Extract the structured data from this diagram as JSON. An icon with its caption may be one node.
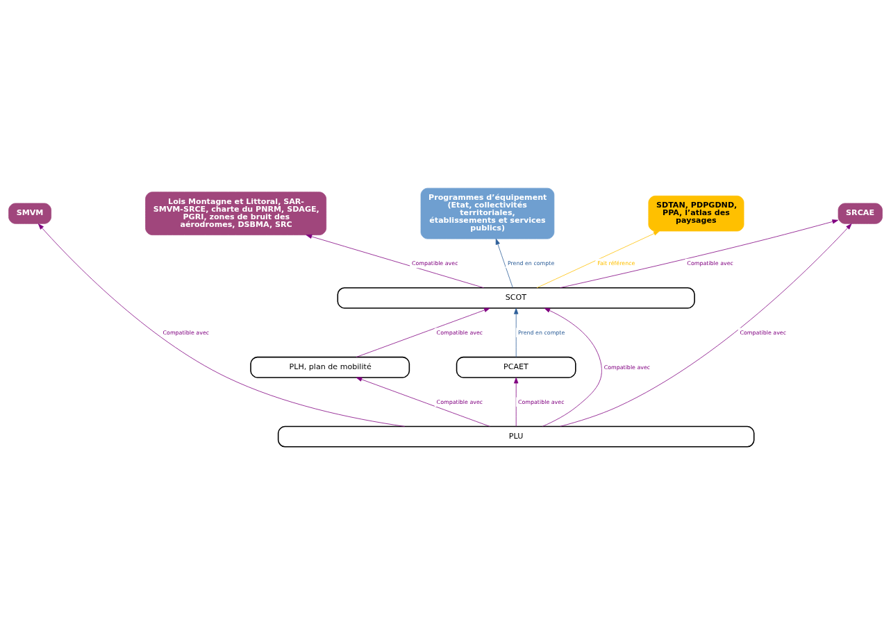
{
  "diagram": {
    "nodes": [
      {
        "text": [
          "SMVM"
        ]
      },
      {
        "text": [
          "Lois Montagne et Littoral, SAR-SMVM-SRCE, charte du PNRM, SDAGE, PGRI, zones de bruit des aérodromes, DSBMA, SRC"
        ]
      },
      {
        "text": [
          "Programmes d’équipement (Etat, collectivités territoriales, établissements et services publics)"
        ]
      },
      {
        "text": [
          "SDTAN, PDPGDND, PPA, l’atlas des paysages"
        ]
      },
      {
        "text": [
          "SRCAE"
        ]
      },
      {
        "text": [
          "SCOT"
        ]
      },
      {
        "text": [
          "PLH, plan de mobilité"
        ]
      },
      {
        "text": [
          "PCAET"
        ]
      },
      {
        "text": [
          "PLU"
        ]
      }
    ],
    "edges": [
      {
        "from": 5,
        "to": 1,
        "arrow": "to",
        "label": "Compatible avec"
      },
      {
        "from": 5,
        "to": 2,
        "arrow": "to",
        "label": "Prend en compte",
        "color": "#2e5f99"
      },
      {
        "from": 5,
        "to": 3,
        "arrow": "to",
        "label": "Fait référence",
        "color": "#ffc000"
      },
      {
        "from": 5,
        "to": 4,
        "arrow": "to",
        "label": "Compatible avec"
      },
      {
        "from": 6,
        "to": 5,
        "arrow": "to",
        "label": "Compatible avec"
      },
      {
        "from": 7,
        "to": 5,
        "arrow": "to",
        "label": "Prend en compte",
        "color": "#2e5f99"
      },
      {
        "from": 8,
        "to": 0,
        "arrow": "to",
        "label": "Compatible avec"
      },
      {
        "from": 8,
        "to": 4,
        "arrow": "to",
        "label": "Compatible avec"
      },
      {
        "from": 8,
        "to": 5,
        "arrow": "to",
        "label": "Compatible avec"
      },
      {
        "from": 8,
        "to": 6,
        "arrow": "to",
        "label": "Compatible avec"
      },
      {
        "from": 8,
        "to": 7,
        "arrow": "to",
        "label": "Compatible avec"
      }
    ]
  }
}
